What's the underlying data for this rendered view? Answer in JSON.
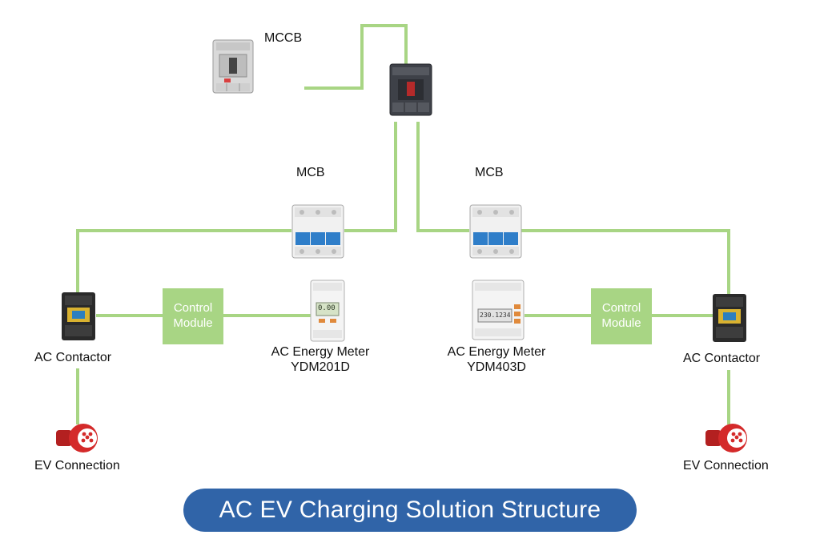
{
  "labels": {
    "mccb": "MCCB",
    "mcb_left": "MCB",
    "mcb_right": "MCB",
    "contactor_left": "AC Contactor",
    "contactor_right": "AC Contactor",
    "ev_left": "EV Connection",
    "ev_right": "EV Connection",
    "meter_left_line1": "AC Energy Meter",
    "meter_left_line2": "YDM201D",
    "meter_right_line1": "AC Energy Meter",
    "meter_right_line2": "YDM403D",
    "control_left_line1": "Control",
    "control_left_line2": "Module",
    "control_right_line1": "Control",
    "control_right_line2": "Module",
    "meter_left_display": "0.00",
    "meter_right_display": "230.1234"
  },
  "title": "AC EV Charging Solution Structure",
  "colors": {
    "wire": "#a8d584",
    "title_bg": "#3064a8",
    "plug_red": "#d42a2a",
    "breaker_blue": "#2f7ec9"
  }
}
